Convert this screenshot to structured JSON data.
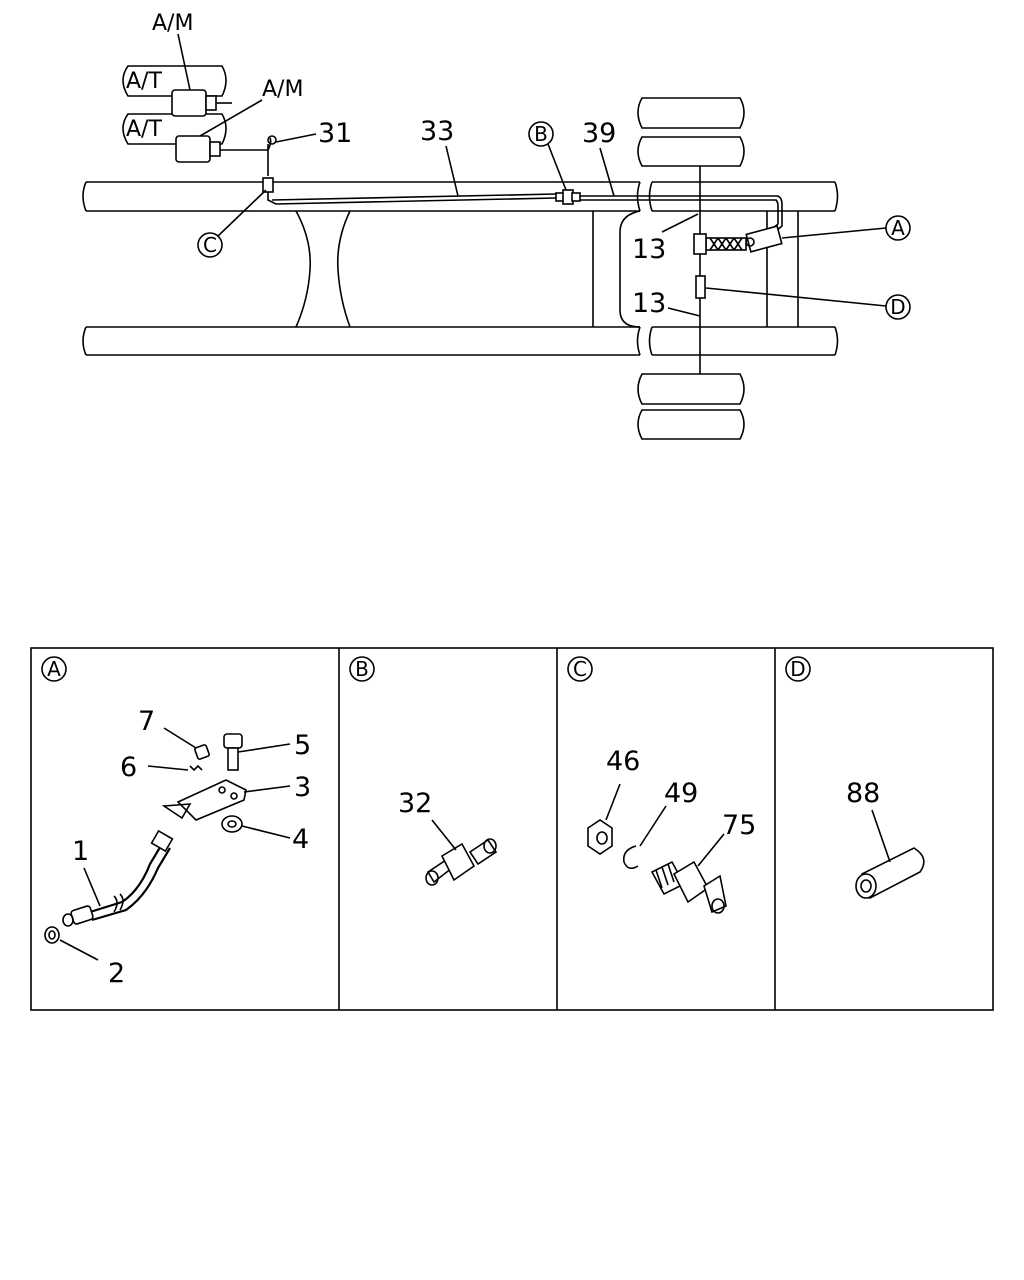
{
  "colors": {
    "ink": "#000000",
    "paper": "#ffffff"
  },
  "overview": {
    "am_label_upper": "A/M",
    "am_label_lower": "A/M",
    "at_label_upper": "A/T",
    "at_label_lower": "A/T",
    "callouts": {
      "p31": "31",
      "p33": "33",
      "p39": "39",
      "p13_upper": "13",
      "p13_lower": "13"
    },
    "detail_refs": {
      "a": "A",
      "b": "B",
      "c": "C",
      "d": "D"
    }
  },
  "panels": [
    {
      "letter": "A",
      "parts": [
        "7",
        "5",
        "6",
        "3",
        "4",
        "1",
        "2"
      ]
    },
    {
      "letter": "B",
      "parts": [
        "32"
      ]
    },
    {
      "letter": "C",
      "parts": [
        "46",
        "49",
        "75"
      ]
    },
    {
      "letter": "D",
      "parts": [
        "88"
      ]
    }
  ]
}
